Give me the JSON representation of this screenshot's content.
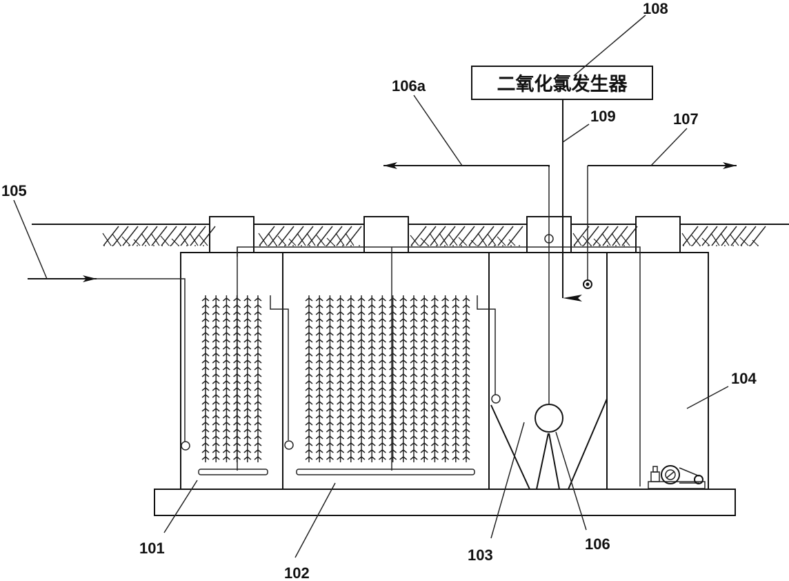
{
  "generator_label": "二氧化氯发生器",
  "labels": {
    "l101": "101",
    "l102": "102",
    "l103": "103",
    "l104": "104",
    "l105": "105",
    "l106": "106",
    "l106a": "106a",
    "l107": "107",
    "l108": "108",
    "l109": "109"
  }
}
